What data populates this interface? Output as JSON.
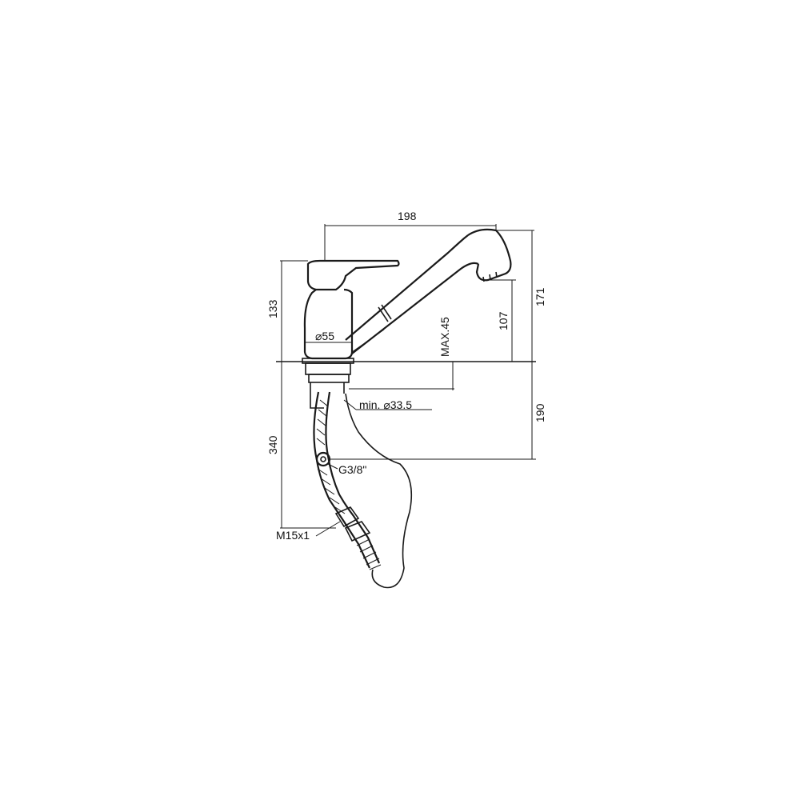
{
  "dimensions": {
    "top_width": "198",
    "body_height": "133",
    "spout_height": "171",
    "outlet_height": "107",
    "max_thickness": "MAX.45",
    "body_diameter": "⌀55",
    "hole_diameter": "min. ⌀33.5",
    "below_height": "190",
    "hose_length": "340",
    "inlet_thread": "G3/8\"",
    "hose_thread": "M15x1"
  }
}
